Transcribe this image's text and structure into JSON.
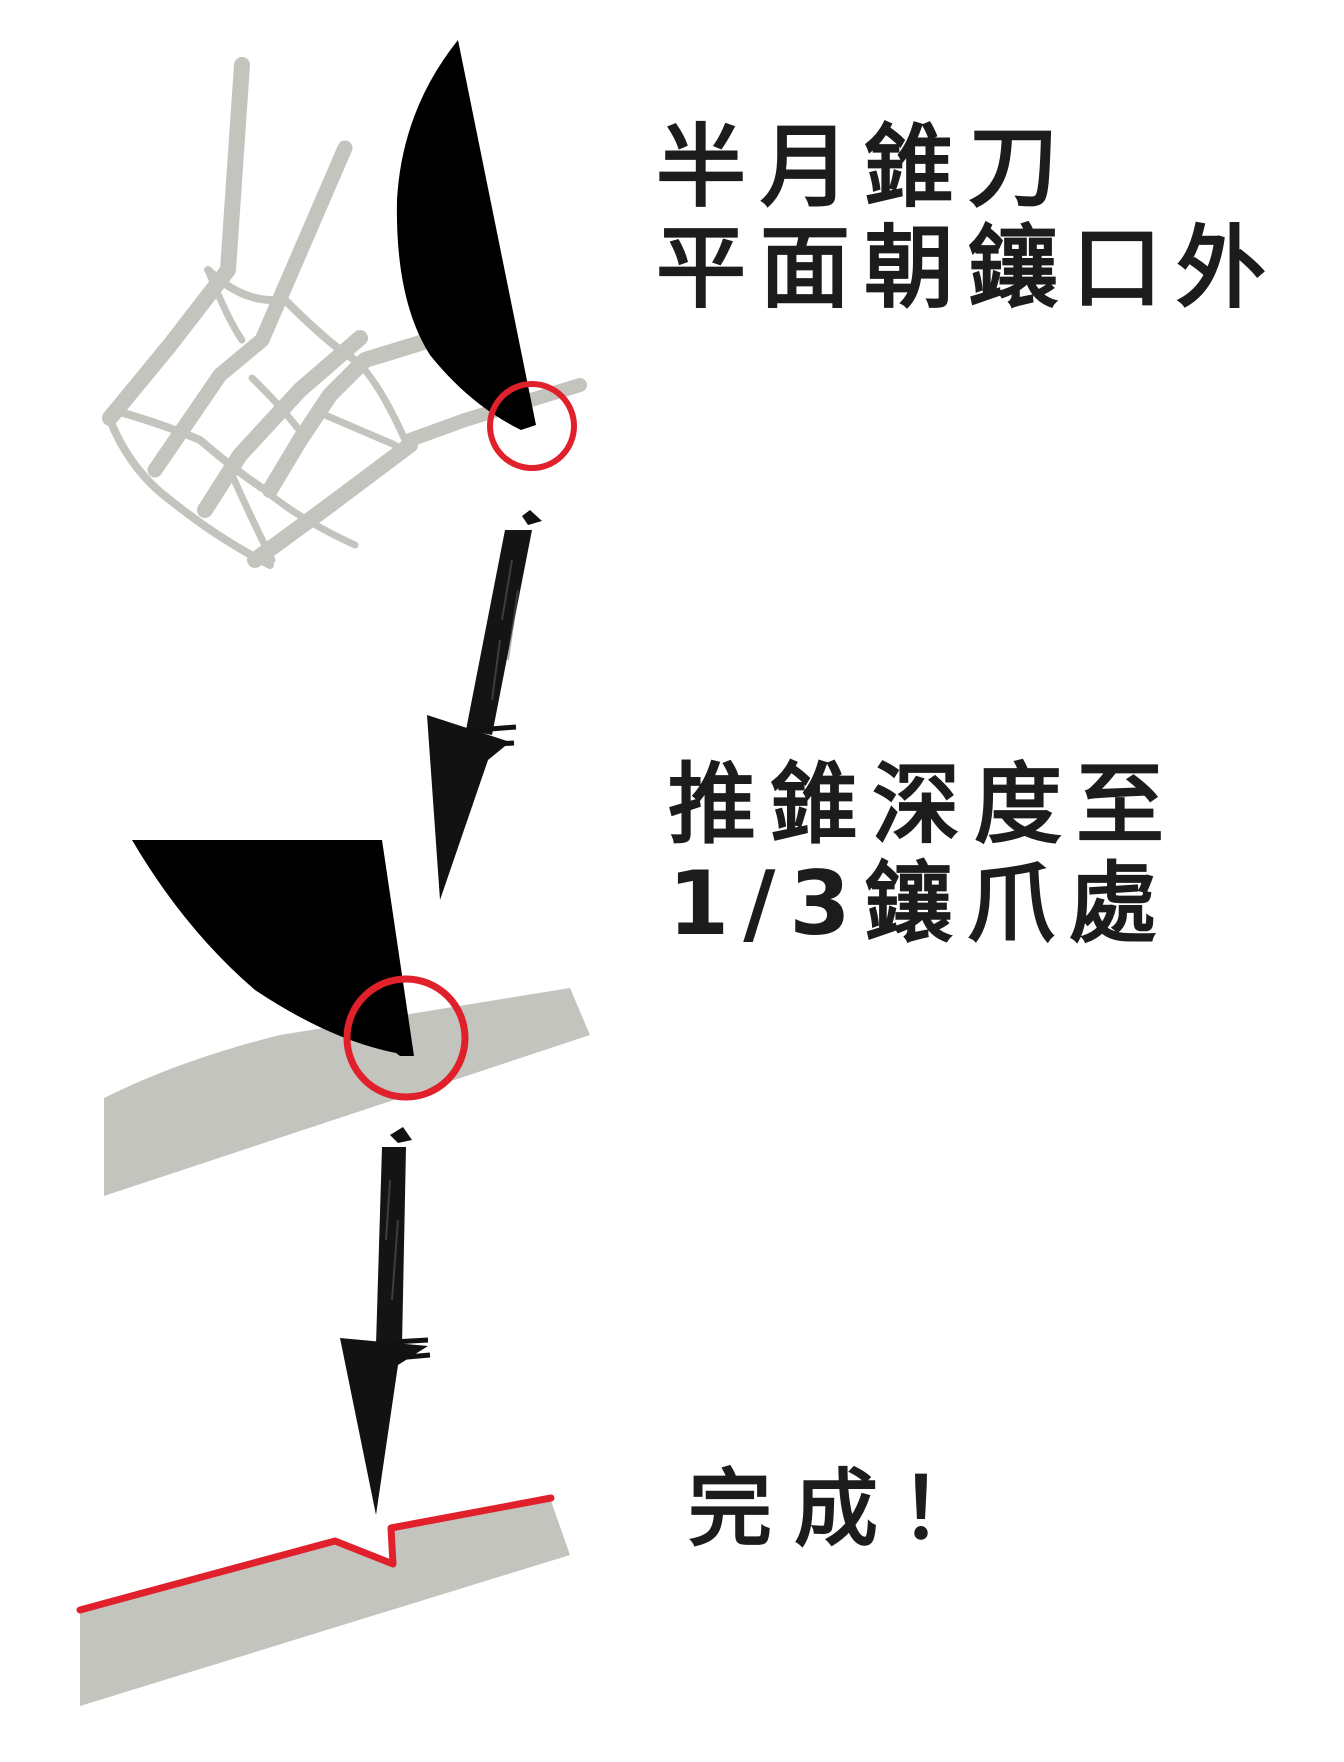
{
  "steps": [
    {
      "id": "step1",
      "caption_lines": [
        "半月錐刀",
        "平面朝鑲口外"
      ],
      "illustration": "half-round-file-flat-side-facing-outward-against-prong-frame"
    },
    {
      "id": "step2",
      "caption_lines": [
        "推錐深度至",
        "1/3鑲爪處"
      ],
      "illustration": "file-tip-cutting-into-prong-bar"
    },
    {
      "id": "step3",
      "caption_lines": [
        "完成！"
      ],
      "illustration": "prong-bar-with-v-notch-outlined-in-red"
    }
  ],
  "arrows": [
    {
      "from": "step1",
      "to": "step2",
      "icon": "hand-drawn-down-arrow-icon"
    },
    {
      "from": "step2",
      "to": "step3",
      "icon": "hand-drawn-down-arrow-icon"
    }
  ],
  "colors": {
    "text": "#1c1c1c",
    "file": "#000000",
    "metal": "#c4c4bf",
    "highlight": "#e0202a",
    "background": "#ffffff"
  }
}
